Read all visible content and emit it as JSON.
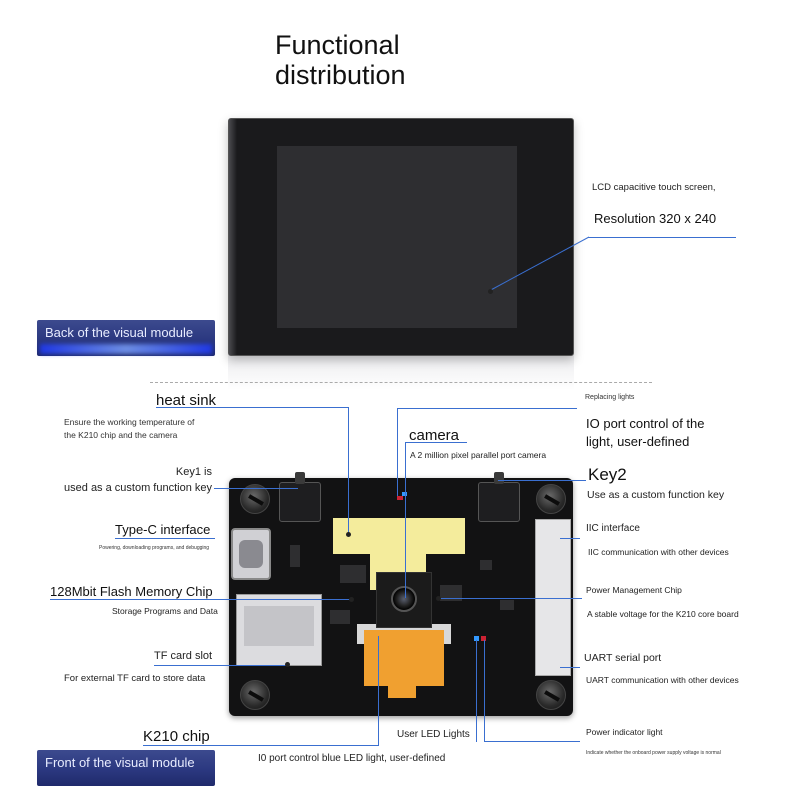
{
  "title": [
    "Functional",
    "distribution"
  ],
  "banners": {
    "back": "Back of the visual module",
    "front": "Front of the visual module"
  },
  "lcd": {
    "line1": "LCD capacitive touch screen,",
    "line2": "Resolution 320 x 240"
  },
  "left_labels": {
    "heat_sink": "heat sink",
    "heat_sink_desc": [
      "Ensure the working temperature of",
      "the K210 chip and the camera"
    ],
    "key1": [
      "Key1 is",
      "used as a custom function key"
    ],
    "typec": "Type-C interface",
    "typec_desc": "Powering, downloading programs, and debugging",
    "flash": "128Mbit Flash Memory Chip",
    "flash_desc": "Storage Programs and Data",
    "tf": "TF card slot",
    "tf_desc": "For external TF card to store data",
    "k210": "K210 chip"
  },
  "center_labels": {
    "camera": "camera",
    "camera_desc": "A 2 million pixel parallel port camera",
    "user_led": "User LED Lights",
    "bottom_desc": "I0 port control blue LED light, user-defined"
  },
  "right_labels": {
    "replacing": "Replacing lights",
    "io_ctrl": [
      "IO port control of the",
      "light, user-defined"
    ],
    "key2": "Key2",
    "key2_desc": "Use as a custom function key",
    "iic": "IIC interface",
    "iic_desc": "IIC communication with other devices",
    "pmc": "Power Management Chip",
    "pmc_desc": "A stable voltage for the K210 core board",
    "uart": "UART serial port",
    "uart_desc": "UART communication with other devices",
    "power_led": "Power indicator light",
    "power_led_desc": "Indicate whether the onboard power supply voltage is normal"
  },
  "colors": {
    "leader_line": "#3a6fd0",
    "banner": "#2b3880",
    "heatsink": "#f4ec9c",
    "flex_cable": "#f0a030"
  }
}
